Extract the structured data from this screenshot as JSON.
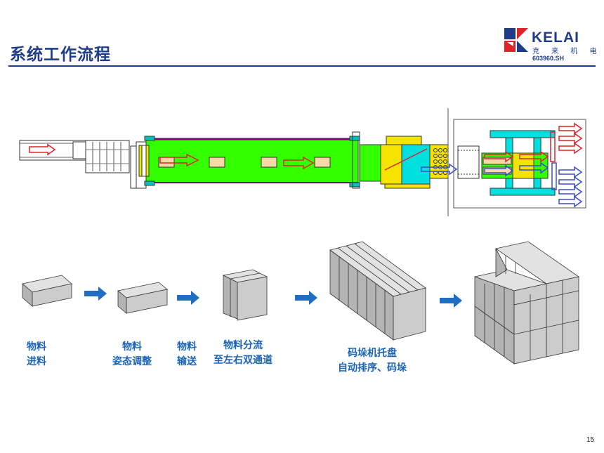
{
  "header": {
    "title": "系统工作流程",
    "logo": {
      "name": "KELAI",
      "subtitle": "克 来 机 电",
      "stock_code": "603960.SH"
    }
  },
  "steps": [
    {
      "line1": "物料",
      "line2": "进料"
    },
    {
      "line1": "物料",
      "line2": "姿态调整"
    },
    {
      "line1": "物料",
      "line2": "输送"
    },
    {
      "line1": "物料分流",
      "line2": "至左右双通道"
    },
    {
      "line1": "码垛机托盘",
      "line2": "自动排序、码垛"
    }
  ],
  "footer": {
    "page_number": "15"
  },
  "colors": {
    "brand_blue": "#1f3c88",
    "step_text": "#1a63b7",
    "flow_arrow": "#1e6fc2",
    "conveyor_green": "#33ff00",
    "yellow_section": "#f5e400",
    "cyan_frame": "#00e0e0",
    "red_arrow": "#e0222a",
    "blue_arrow": "#3a4cc8"
  }
}
